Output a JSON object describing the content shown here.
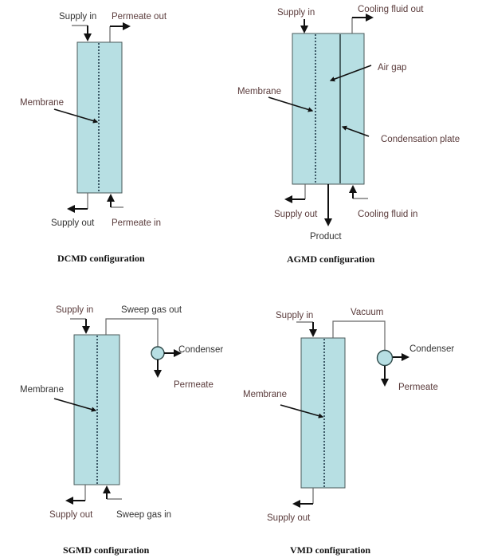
{
  "colors": {
    "column_fill": "#b7dfe3",
    "label_text": "#5a3b3b",
    "caption_text": "#111111"
  },
  "panels": [
    {
      "id": "dcmd",
      "caption": "DCMD configuration",
      "labels": {
        "supply_in": "Supply in",
        "permeate_out": "Permeate out",
        "membrane": "Membrane",
        "supply_out": "Supply out",
        "permeate_in": "Permeate in"
      }
    },
    {
      "id": "agmd",
      "caption": "AGMD configuration",
      "labels": {
        "supply_in": "Supply in",
        "cooling_fluid_out": "Cooling fluid out",
        "air_gap": "Air gap",
        "membrane": "Membrane",
        "condensation_plate": "Condensation plate",
        "supply_out": "Supply out",
        "cooling_fluid_in": "Cooling fluid in",
        "product": "Product"
      }
    },
    {
      "id": "sgmd",
      "caption": "SGMD configuration",
      "labels": {
        "supply_in": "Supply in",
        "sweep_gas_out": "Sweep gas out",
        "condenser": "Condenser",
        "permeate": "Permeate",
        "membrane": "Membrane",
        "supply_out": "Supply out",
        "sweep_gas_in": "Sweep gas in"
      }
    },
    {
      "id": "vmd",
      "caption": "VMD configuration",
      "labels": {
        "supply_in": "Supply in",
        "vacuum": "Vacuum",
        "condenser": "Condenser",
        "permeate": "Permeate",
        "membrane": "Membrane",
        "supply_out": "Supply out"
      }
    }
  ]
}
